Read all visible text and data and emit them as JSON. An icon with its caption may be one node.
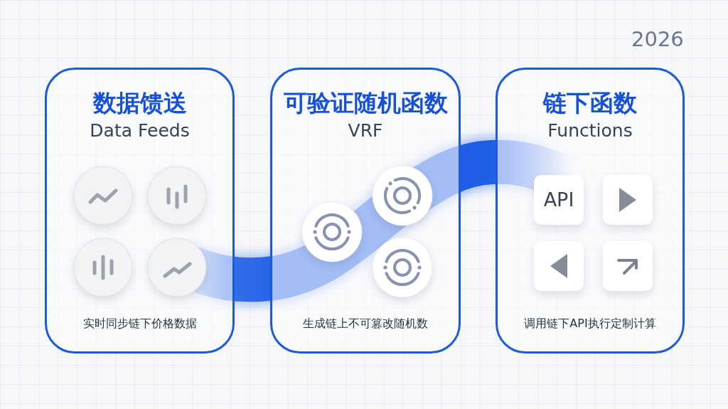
{
  "diagram": {
    "nodes": [
      {
        "text": [
          "数据馈送",
          "Data Feeds",
          "实时同步链下价格数据"
        ]
      },
      {
        "text": [
          "可验证随机函数",
          "VRF",
          "生成链上不可篡改随机数"
        ]
      },
      {
        "text": [
          "链下函数",
          "Functions",
          "调用链下API执行定制计算"
        ]
      },
      {
        "text": [
          "API"
        ],
        "in": 2
      },
      {
        "text": [],
        "shape": "box",
        "in": 2
      },
      {
        "text": [],
        "shape": "box",
        "in": 2
      },
      {
        "text": [],
        "shape": "box",
        "in": 2
      }
    ],
    "labels": [
      "2026"
    ]
  }
}
